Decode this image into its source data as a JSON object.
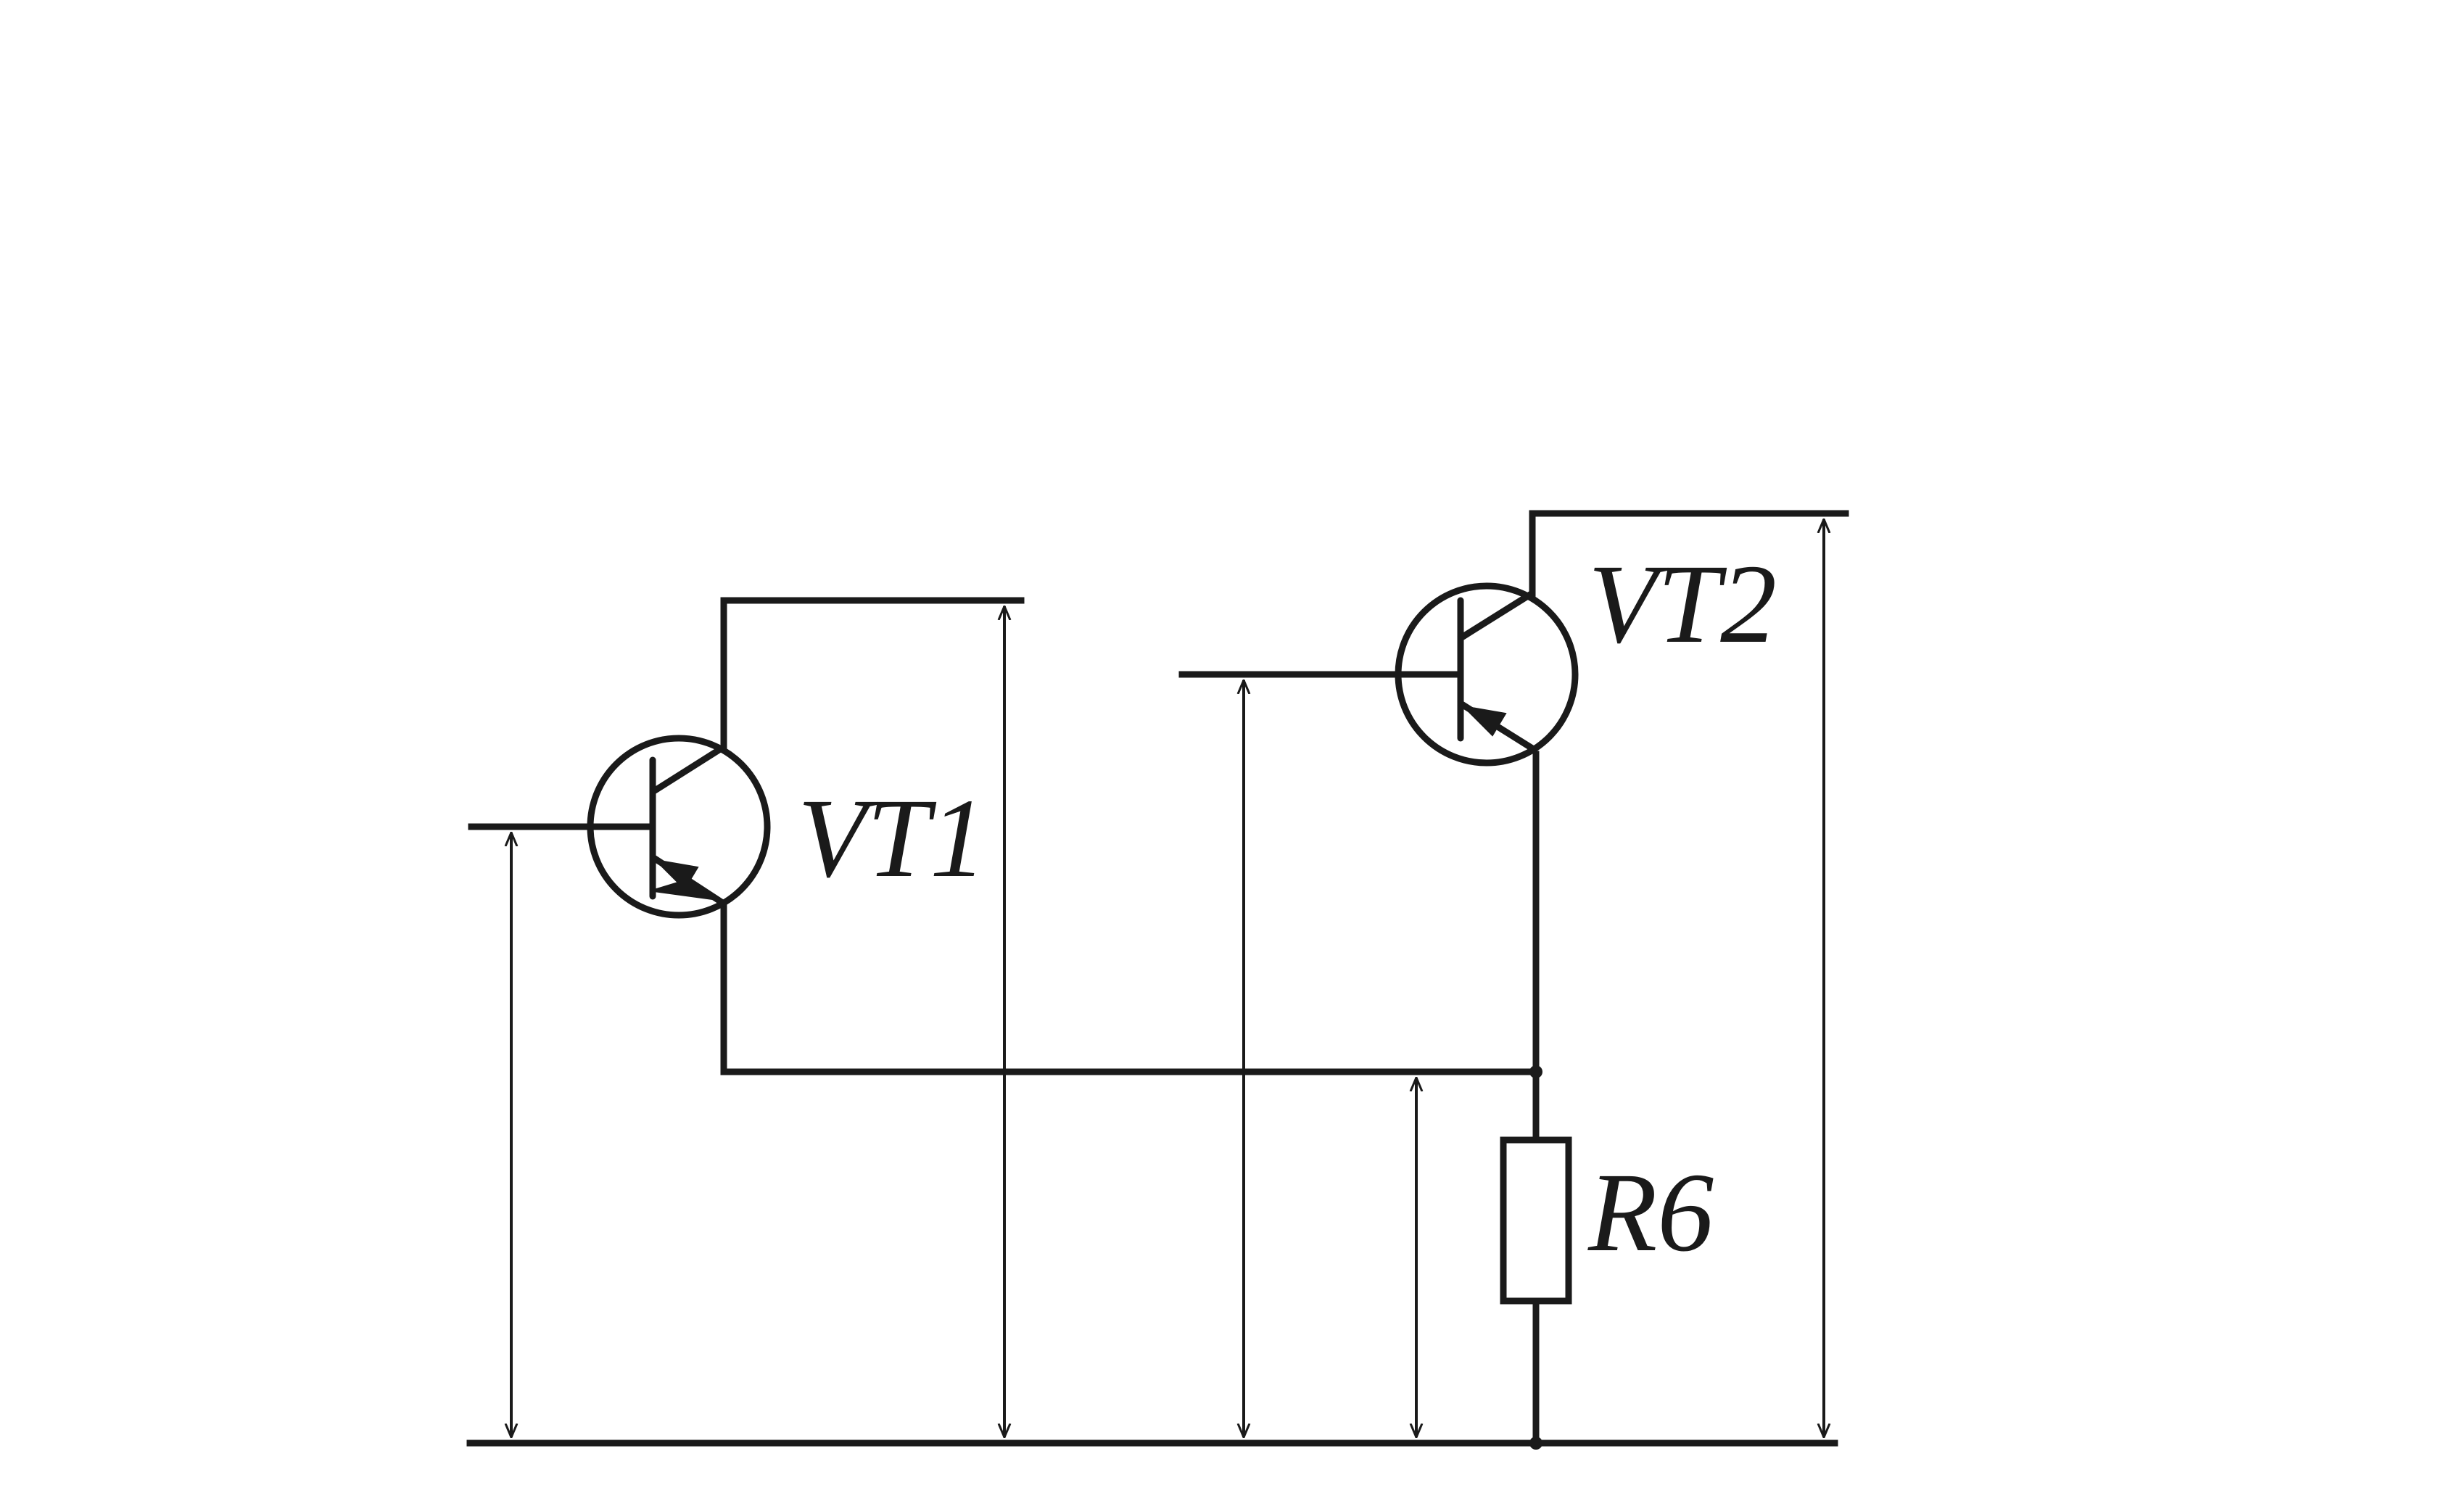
{
  "diagram": {
    "labels": {
      "vt1": "VT1",
      "vt2": "VT2",
      "r6": "R6"
    },
    "colors": {
      "ink": "#1a1a1a",
      "background": "#ffffff"
    }
  }
}
